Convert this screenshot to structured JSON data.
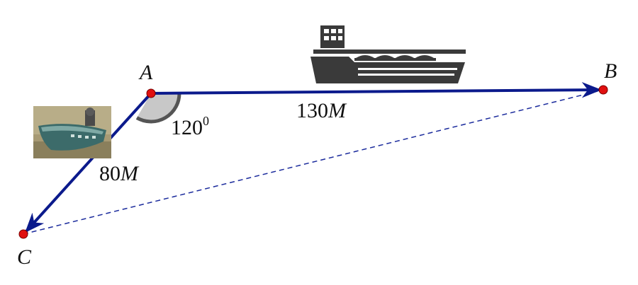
{
  "points": {
    "A": {
      "label": "A"
    },
    "B": {
      "label": "B"
    },
    "C": {
      "label": "C"
    }
  },
  "segments": {
    "AB": {
      "length_value": "130",
      "length_unit": "M"
    },
    "AC": {
      "length_value": "80",
      "length_unit": "M"
    }
  },
  "angle": {
    "value": "120",
    "superscript": "0"
  },
  "icons": {
    "ship": "cargo-ship-icon",
    "boat": "motorboat-photo"
  },
  "colors": {
    "vector": "#0b1a8c",
    "point_fill": "#e01010",
    "angle_fill": "#c8c8c8",
    "angle_stroke": "#555555",
    "dashed": "#1a2a9c",
    "ship": "#3a3a3a"
  }
}
